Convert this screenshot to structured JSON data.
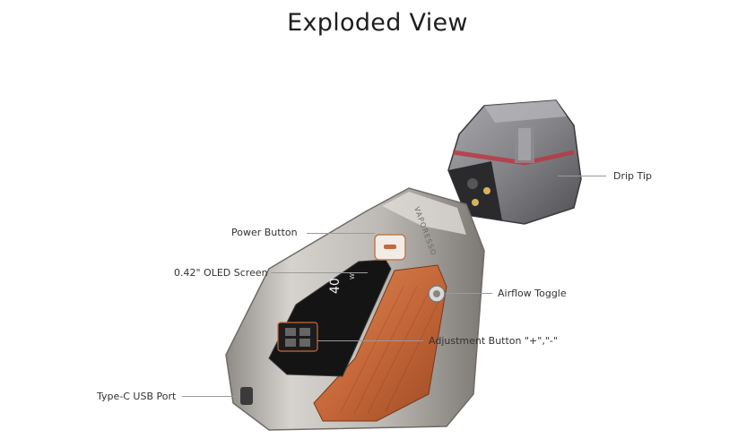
{
  "title": "Exploded View",
  "brand_text": "VAPORESSO",
  "screen_readout": {
    "value": "40",
    "unit": "W"
  },
  "callouts": {
    "drip_tip": "Drip Tip",
    "power_button": "Power Button",
    "oled_screen": "0.42\" OLED Screen",
    "airflow_toggle": "Airflow Toggle",
    "adjustment_button": "Adjustment Button \"+\",\"-\"",
    "usb_port": "Type-C USB Port"
  },
  "colors": {
    "body_metal": "#c9c5c0",
    "leather": "#c8703f",
    "pod_tint": "#6f6f73",
    "seal": "#b83a44"
  }
}
